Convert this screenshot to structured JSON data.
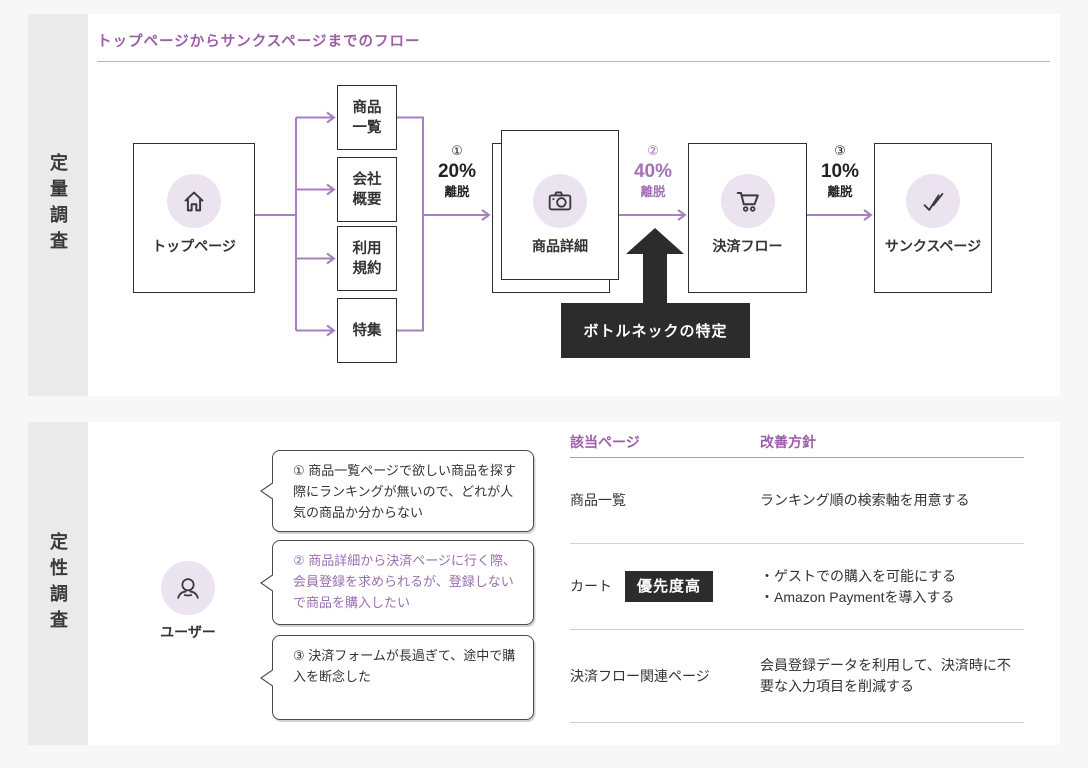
{
  "colors": {
    "accent_purple": "#9b5fa7",
    "connector_purple": "#a97fbe",
    "highlight_purple": "#a571b5",
    "lavender_fill": "#ece3f0",
    "dark_badge": "#2d2c2d",
    "rail_gray": "#ebeaeb",
    "page_bg": "#f8f7f8"
  },
  "quant": {
    "sidebar_label": "定量調査",
    "title": "トップページからサンクスページまでのフロー",
    "start": {
      "label": "トップページ",
      "icon": "home-icon"
    },
    "branches": [
      {
        "line1": "商品",
        "line2": "一覧"
      },
      {
        "line1": "会社",
        "line2": "概要"
      },
      {
        "line1": "利用",
        "line2": "規約"
      },
      {
        "line1": "特集",
        "line2": ""
      }
    ],
    "steps": [
      {
        "label": "商品詳細",
        "icon": "camera-icon"
      },
      {
        "label": "決済フロー",
        "icon": "cart-icon"
      },
      {
        "label": "サンクスページ",
        "icon": "double-check-icon"
      }
    ],
    "dropoffs": [
      {
        "num": "①",
        "pct": "20%",
        "word": "離脱"
      },
      {
        "num": "②",
        "pct": "40%",
        "word": "離脱"
      },
      {
        "num": "③",
        "pct": "10%",
        "word": "離脱"
      }
    ],
    "bottleneck_label": "ボトルネックの特定"
  },
  "qual": {
    "sidebar_label": "定性調査",
    "user_label": "ユーザー",
    "user_icon": "user-icon",
    "bubbles": [
      {
        "text": "① 商品一覧ページで欲しい商品を探す際にランキングが無いので、どれが人気の商品か分からない"
      },
      {
        "text": "② 商品詳細から決済ページに行く際、会員登録を求められるが、登録しないで商品を購入したい"
      },
      {
        "text": "③ 決済フォームが長過ぎて、途中で購入を断念した"
      }
    ],
    "table": {
      "headers": [
        "該当ページ",
        "改善方針"
      ],
      "rows": [
        {
          "page": "商品一覧",
          "badge": "",
          "actions": [
            "ランキング順の検索軸を用意する"
          ]
        },
        {
          "page": "カート",
          "badge": "優先度高",
          "actions": [
            "・ゲストでの購入を可能にする",
            "・Amazon Paymentを導入する"
          ]
        },
        {
          "page": "決済フロー関連ページ",
          "badge": "",
          "actions": [
            "会員登録データを利用して、決済時に不要な入力項目を削減する"
          ]
        }
      ]
    }
  }
}
